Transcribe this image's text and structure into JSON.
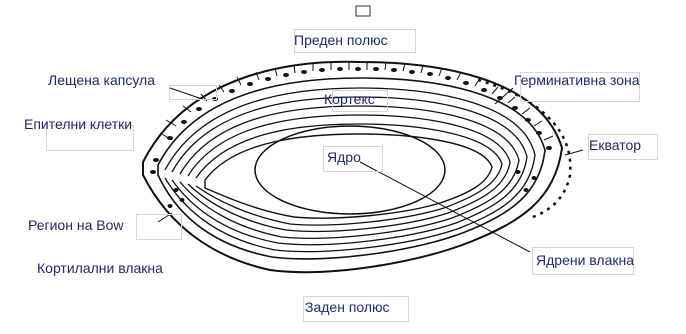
{
  "labels": {
    "anterior_pole": "Преден полюс",
    "posterior_pole": "Заден полюс",
    "lens_capsule": "Лещена капсула",
    "epithelial_cells": "Епителни клетки",
    "cortex": "Кортекс",
    "germinative_zone": "Герминативна зона",
    "equator": "Екватор",
    "nucleus": "Ядро",
    "bow_region": "Регион на Bow",
    "cortical_fibers": "Кортилални влакна",
    "nuclear_fibers": "Ядрени влакна"
  },
  "colors": {
    "label_text": "#1f2a6b",
    "line": "#111111"
  }
}
